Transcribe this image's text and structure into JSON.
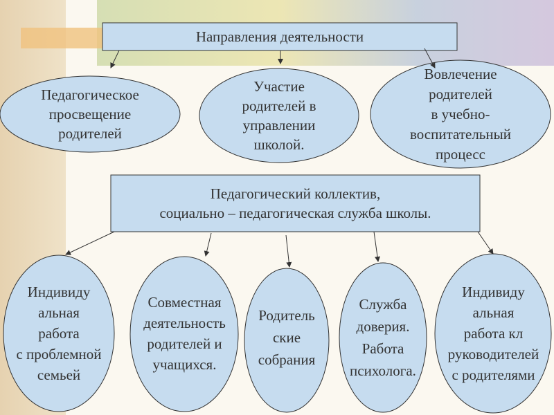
{
  "top_box": "Направления деятельности",
  "directions": [
    "Педагогическое\nпросвещение\nродителей",
    "Участие\nродителей в\nуправлении\nшколой.",
    "Вовлечение\nродителей\nв учебно-\nвоспитательный\nпроцесс"
  ],
  "middle_box": "Педагогический коллектив,\nсоциально – педагогическая служба школы.",
  "forms": [
    "Индивиду\nальная\nработа\nс проблемной\nсемьей",
    "Совместная\nдеятельность\nродителей и\nучащихся.",
    "Родитель\nские\nсобрания",
    "Служба\nдоверия.\nРабота\nпсихолога.",
    "Индивиду\nальная\nработа кл\nруководителей\nс родителями"
  ],
  "colors": {
    "shape_fill": "#c6dcef",
    "stroke": "#333333"
  }
}
